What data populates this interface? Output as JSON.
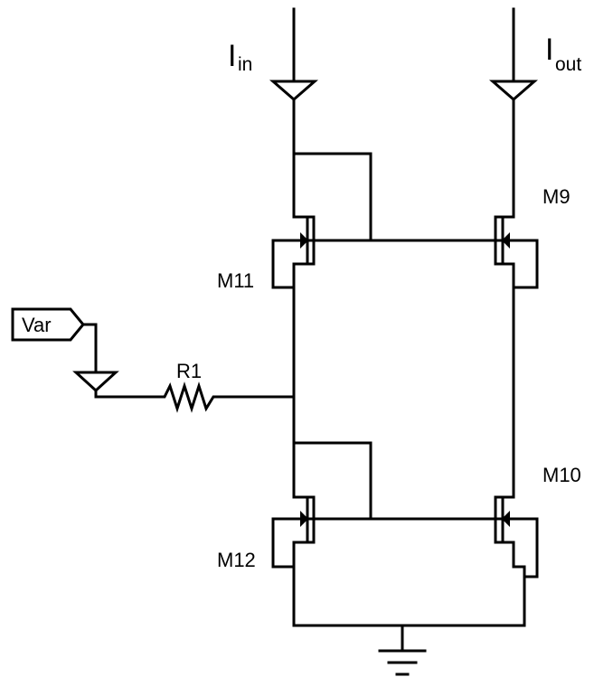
{
  "labels": {
    "iin": {
      "main": "I",
      "sub": "in"
    },
    "iout": {
      "main": "I",
      "sub": "out"
    },
    "m9": "M9",
    "m10": "M10",
    "m11": "M11",
    "m12": "M12",
    "r1": "R1",
    "var": "Var"
  },
  "colors": {
    "wire": "#000000",
    "background": "#ffffff"
  }
}
